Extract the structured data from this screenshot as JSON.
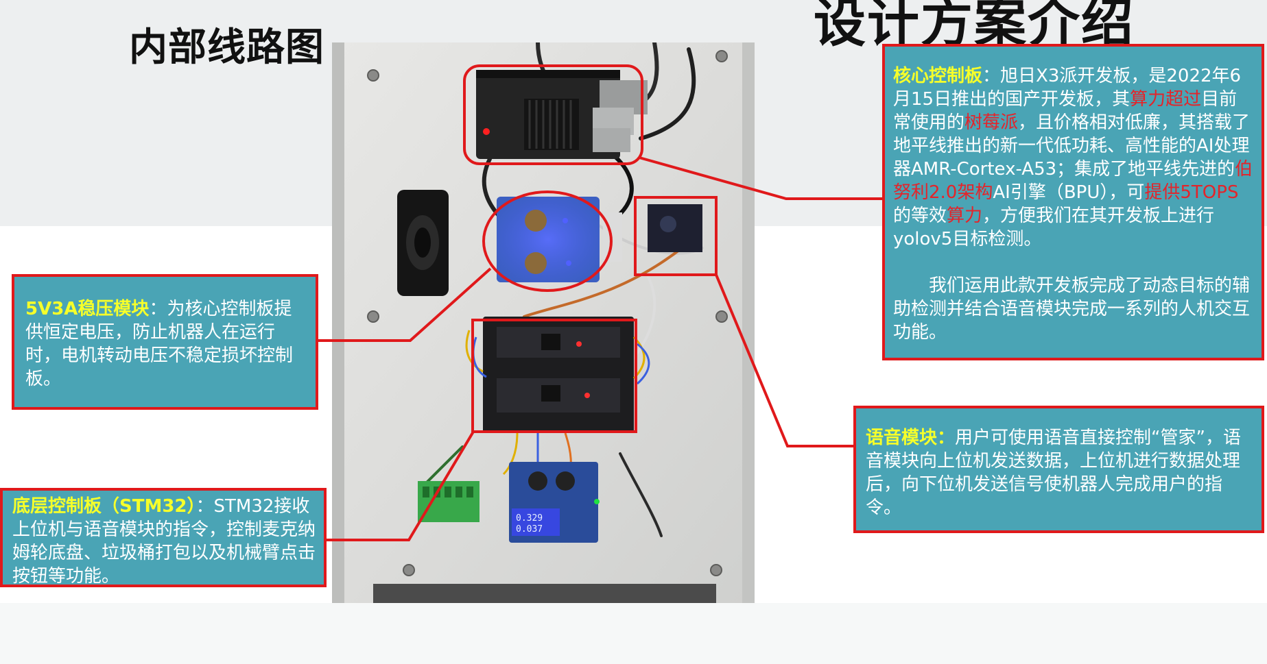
{
  "titles": {
    "left": "内部线路图",
    "right": "设计方案介绍"
  },
  "core_board": {
    "heading": "核心控制板",
    "t1": "：旭日X3派开发板，是2022年6月15日推出的国产开发板，其",
    "r1": "算力超过",
    "t2": "目前常使用的",
    "r2": "树莓派",
    "t3": "，且价格相对低廉，其搭载了地平线推出的新一代低功耗、高性能的AI处理器AMR-Cortex-A53；集成了地平线先进的",
    "r3": "伯努利2.0架构",
    "t4": "AI引擎（BPU），可",
    "r4": "提供5TOPS",
    "t5": "的等效",
    "r5": "算力",
    "t6": "，方便我们在其开发板上进行yolov5目标检测。",
    "para2": "我们运用此款开发板完成了动态目标的辅助检测并结合语音模块完成一系列的人机交互功能。"
  },
  "power_module": {
    "heading": "5V3A稳压模块",
    "text": "：为核心控制板提供恒定电压，防止机器人在运行时，电机转动电压不稳定损坏控制板。"
  },
  "stm_board": {
    "heading": "底层控制板（STM32）",
    "text": "：STM32接收上位机与语音模块的指令，控制麦克纳姆轮底盘、垃圾桶打包以及机械臂点击按钮等功能。"
  },
  "voice_module": {
    "heading": "语音模块：",
    "text": "用户可使用语音直接控制“管家”，语音模块向上位机发送数据，上位机进行数据处理后，向下位机发送信号使机器人完成用户的指令。"
  },
  "display": {
    "line1": "0.329",
    "line2": "0.037"
  },
  "colors": {
    "callout_fill": "#4aa4b5",
    "callout_border": "#e0191b",
    "heading_yellow": "#f6ff2a",
    "highlight_red": "#e4242a"
  }
}
